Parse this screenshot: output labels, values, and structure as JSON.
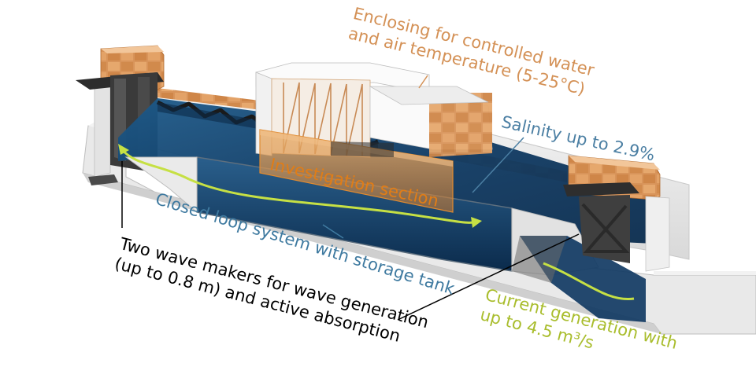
{
  "labels": {
    "enclosing": [
      "Enclosing for controlled water",
      "and air temperature (5-25°C)"
    ],
    "salinity": "Salinity up to 2.9%",
    "investigation": "Investigation section",
    "closed_loop": "Closed loop system with storage tank",
    "wave_makers": [
      "Two wave makers for wave generation",
      "(up to 0.8 m) and active absorption"
    ],
    "current": [
      "Current generation with",
      "up to 4.5 m³/s"
    ]
  },
  "colors": {
    "enclosing": "#d49156",
    "salinity": "#4b7fa3",
    "investigation": "#e07d17",
    "closed_loop": "#3f7aa0",
    "wave_makers": "#000000",
    "current": "#a9bd2d",
    "water": "#0f3a63",
    "flow_arrow": "#c6e044",
    "wall": "#ececec",
    "timber": "#d8945a"
  }
}
